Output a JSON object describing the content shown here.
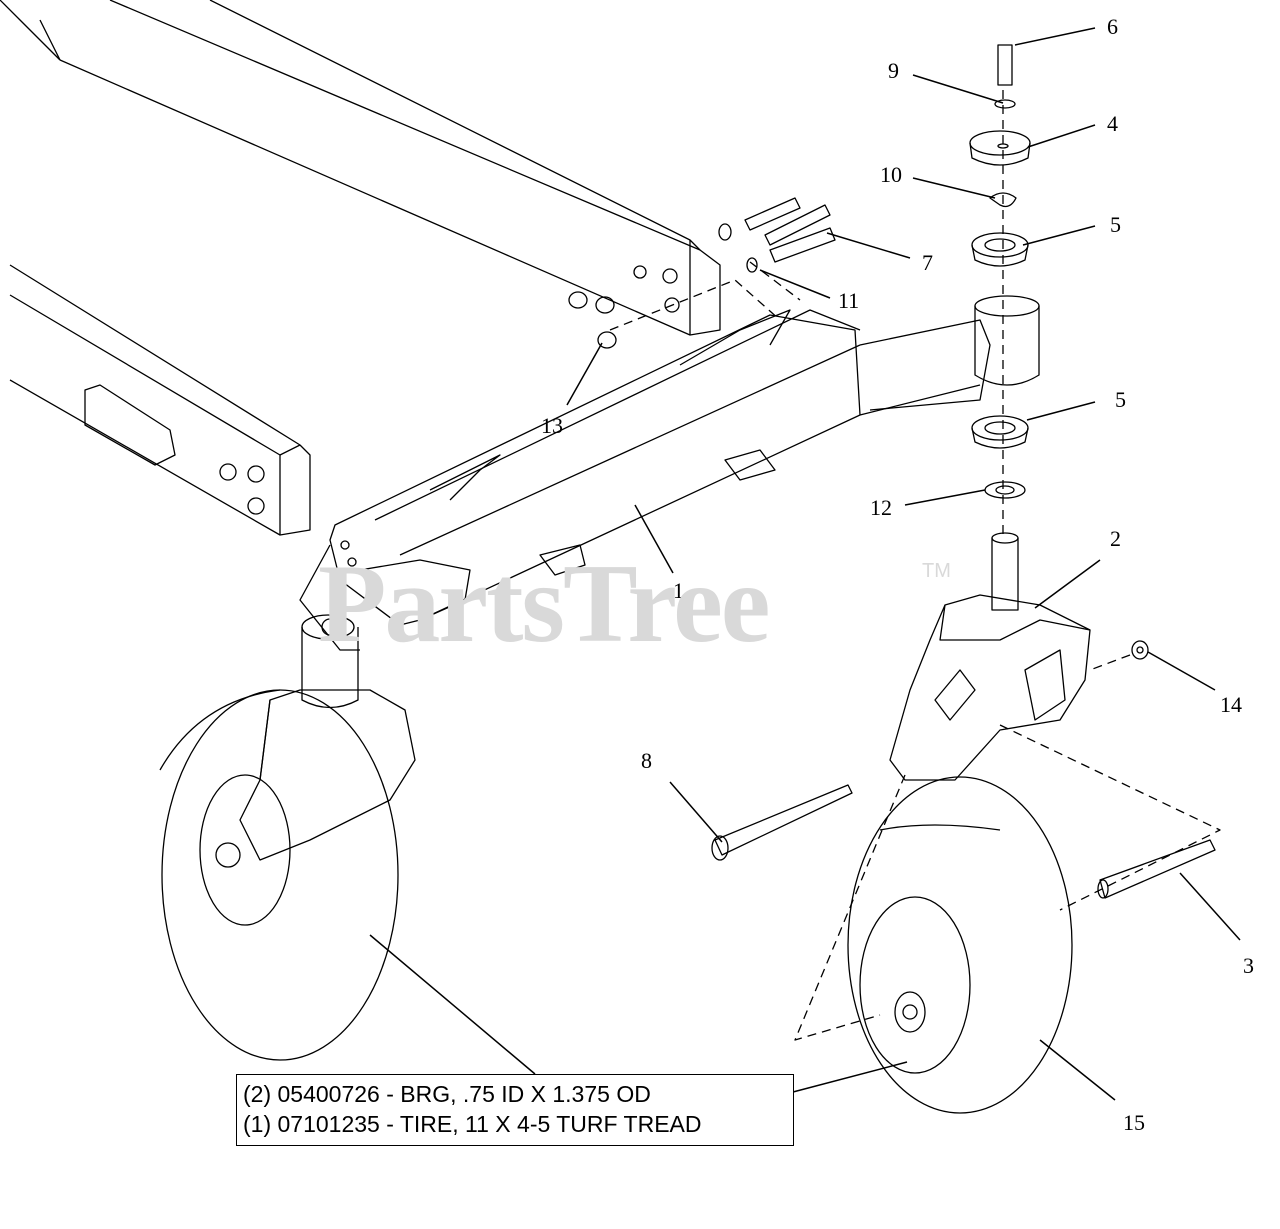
{
  "watermark": {
    "text": "PartsTree",
    "tm": "TM"
  },
  "callouts": [
    {
      "id": "c1",
      "label": "1"
    },
    {
      "id": "c2",
      "label": "2"
    },
    {
      "id": "c3",
      "label": "3"
    },
    {
      "id": "c4",
      "label": "4"
    },
    {
      "id": "c5a",
      "label": "5"
    },
    {
      "id": "c5b",
      "label": "5"
    },
    {
      "id": "c6",
      "label": "6"
    },
    {
      "id": "c7",
      "label": "7"
    },
    {
      "id": "c8",
      "label": "8"
    },
    {
      "id": "c9",
      "label": "9"
    },
    {
      "id": "c10",
      "label": "10"
    },
    {
      "id": "c11",
      "label": "11"
    },
    {
      "id": "c12",
      "label": "12"
    },
    {
      "id": "c13",
      "label": "13"
    },
    {
      "id": "c14",
      "label": "14"
    },
    {
      "id": "c15",
      "label": "15"
    }
  ],
  "note": {
    "line1": "(2) 05400726 - BRG, .75 ID X 1.375 OD",
    "line2": "(1) 07101235 - TIRE, 11 X 4-5 TURF TREAD"
  }
}
